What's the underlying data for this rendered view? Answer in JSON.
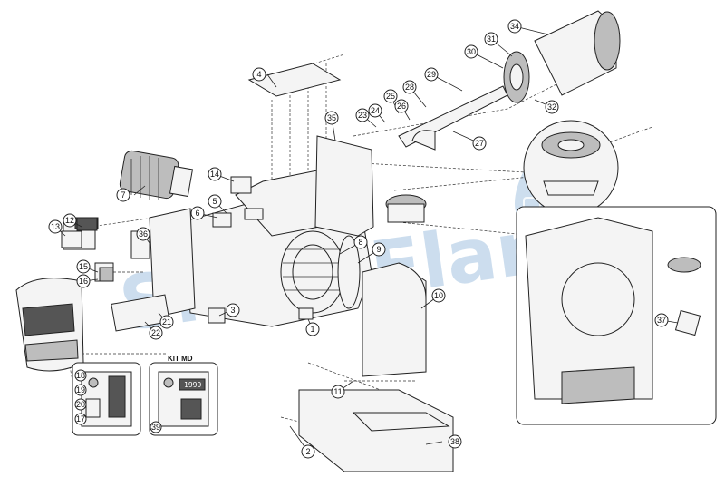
{
  "diagram": {
    "watermark_text": "SmartFlam",
    "kit_label": "KIT MD",
    "display_value": "1999",
    "callouts": [
      "1",
      "2",
      "3",
      "4",
      "5",
      "6",
      "7",
      "8",
      "9",
      "10",
      "11",
      "12",
      "13",
      "14",
      "15",
      "16",
      "17",
      "18",
      "19",
      "20",
      "21",
      "22",
      "23",
      "24",
      "25",
      "26",
      "27",
      "28",
      "29",
      "30",
      "31",
      "32",
      "34",
      "35",
      "36",
      "37",
      "38",
      "39"
    ]
  }
}
